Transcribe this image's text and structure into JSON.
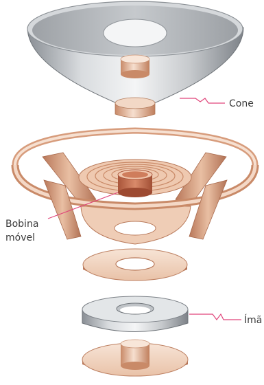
{
  "labels": {
    "cone": "Cone",
    "coil_line1": "Bobina",
    "coil_line2": "móvel",
    "magnet": "Ímã"
  },
  "colors": {
    "pointer": "#e0457a",
    "copper_dark": "#c98a68",
    "copper_mid": "#e8b89a",
    "copper_light": "#f6dfcf",
    "steel_dark": "#7d8288",
    "steel_light": "#e6e8ea",
    "coil": "#c0684a"
  }
}
